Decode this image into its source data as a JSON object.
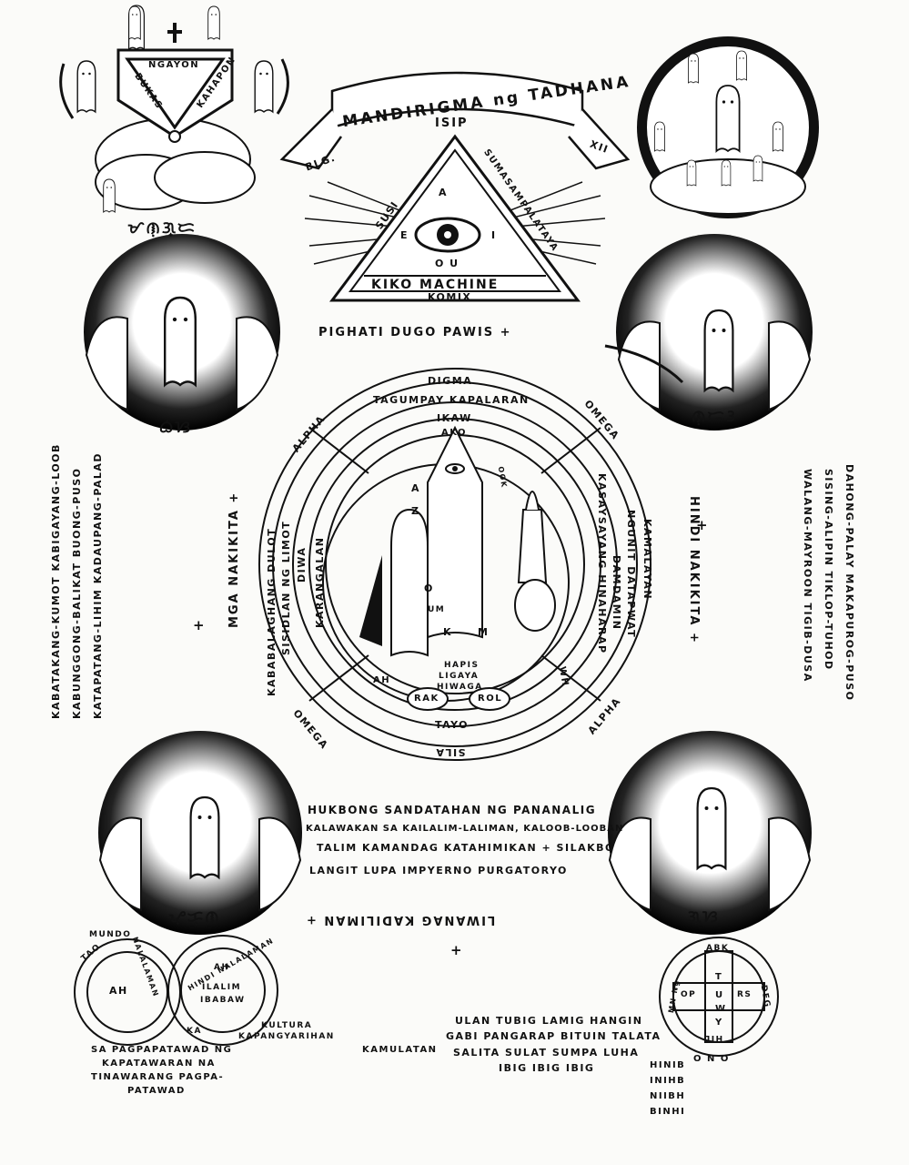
{
  "banner": {
    "title": "MANDIRIGMA ng TADHANA",
    "left_tag": "BLG.",
    "right_tag": "XII"
  },
  "pyramid": {
    "top": "ISIP",
    "left_side": "SUSI",
    "right_side": "SUMASAMPALATAYA",
    "glyph_a": "A",
    "letter_e": "E",
    "letter_i": "I",
    "letters_ou": "O U",
    "base_line1": "KIKO MACHINE",
    "base_line2": "KOMIX"
  },
  "crest": {
    "top": "NGAYON",
    "left": "BUKAS",
    "right": "KAHAPON"
  },
  "tagline_top": "PIGHATI  DUGO  PAWIS  +",
  "wheel": {
    "ring_outer": "DIGMA",
    "ring_2": "TAGUMPAY  KAPALARAN",
    "ring_3": "IKAW",
    "ring_4": "AKO",
    "bottom_1": "TAYO",
    "bottom_2": "SILA",
    "alpha_left": "ALPHA",
    "omega_right": "OMEGA",
    "alpha_right": "ALPHA",
    "omega_left": "OMEGA",
    "left_1": "KABABALAGHANG DULOT",
    "left_2": "SISIDLAN NG LIMOT",
    "left_3": "DIWA",
    "left_4": "KARANGALAN",
    "right_1": "KAMALAYAN",
    "right_2": "NGUNIT DATAPWAT",
    "right_3": "DAMDAMIN",
    "right_4": "KASAYSAYANG HINAHARAP",
    "inner_a": "A",
    "inner_z": "Z",
    "inner_o": "O",
    "inner_um": "UM",
    "inner_k": "K",
    "inner_m": "M",
    "inner_ah": "AH",
    "inner_wh": "WH",
    "inner_ook": "OOK",
    "hapis": "HAPIS",
    "ligaya": "LIGAYA",
    "hiwaga": "HIWAGA",
    "rak": "RAK",
    "rol": "ROL"
  },
  "mga_nakikita": "MGA NAKIKITA +",
  "hindi_nakikita": "HINDI NAKIKITA +",
  "left_column": [
    "KABATAKANG-KUMOT KABIGAYANG-LOOB",
    "KABUNGGONG-BALIKAT BUONG-PUSO",
    "KATAPATANG-LIHIM KADAUPANG-PALAD"
  ],
  "right_column": [
    "DAHONG-PALAY MAKAPUROG-PUSO",
    "SISING-ALIPIN  TIKLOP-TUHOD",
    "WALANG-MAYROON  TIGIB-DUSA"
  ],
  "middle_text": [
    "HUKBONG SANDATAHAN NG PANANALIG",
    "KALAWAKAN SA KAILALIM-LALIMAN, KALOOB-LOOBAN",
    "TALIM KAMANDAG KATAHIMIKAN + SILAKBO",
    "LANGIT LUPA IMPYERNO PURGATORYO"
  ],
  "mirrored_line": "LIWANAG     KADILIMAN  +",
  "venn": {
    "mundo": "MUNDO",
    "tao": "TAO",
    "nalalaman": "NALALAMAN",
    "ah_left": "AH",
    "hindi_nalalaman": "HINDI NALALAMAN",
    "ah_right": "AH",
    "ilalim": "ILALIM",
    "ibabaw": "IBABAW",
    "ka": "KA",
    "kultura": "KULTURA",
    "kapangyarihan": "KAPANGYARIHAN",
    "caption": [
      "SA PAGPAPATAWAD NG",
      "KAPATAWARAN NA",
      "TINAWARANG PAGPA-",
      "PATAWAD"
    ]
  },
  "bottom_center": {
    "kamulatan": "KAMULATAN",
    "lines": [
      "ULAN TUBIG LAMIG HANGIN",
      "GABI PANGARAP BITUIN TALATA",
      "SALITA SULAT SUMPA LUHA",
      "IBIG  IBIG  IBIG"
    ]
  },
  "compass": {
    "abk": "ABK",
    "deg": "DEG",
    "mnng": "MN Ng",
    "op": "OP",
    "rs": "RS",
    "t": "T",
    "u": "U",
    "w": "W",
    "y": "Y",
    "hil": "HIL",
    "o_letters": "O  N  O",
    "binhi": [
      "HINIB",
      "INIHB",
      "NIIBH",
      "BINHI"
    ]
  },
  "baybayin": {
    "top_left": "ᜋᜈᜓᜄ᜔ᜇ",
    "mid_left": "ᜊᜒᜐ",
    "mid_right": "ᜈᜓᜇᜂ",
    "low_left": "ᜌᜓᜃ᜔ᜈ",
    "low_right": "ᜄᜓᜐ"
  }
}
